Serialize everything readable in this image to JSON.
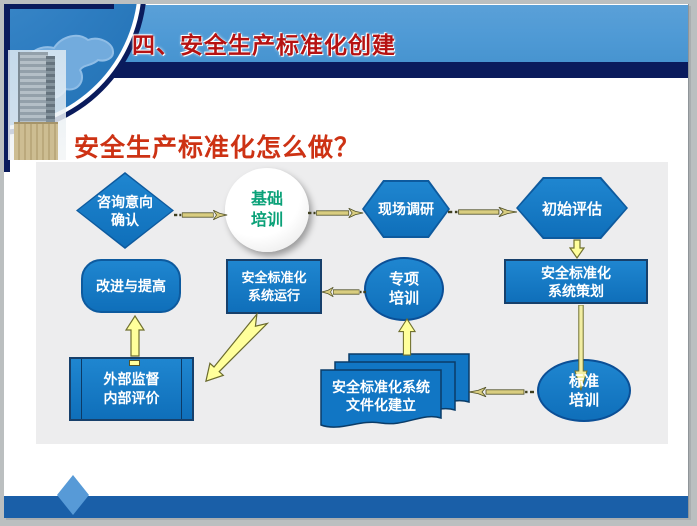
{
  "header": {
    "title": "四、安全生产标准化创建"
  },
  "heading": {
    "text": "安全生产标准化怎么做？"
  },
  "flowchart": {
    "consult": {
      "line1": "咨询意向",
      "line2": "确认"
    },
    "basic_training": {
      "line1": "基础",
      "line2": "培训"
    },
    "site_survey": {
      "line1": "现场调研"
    },
    "initial_assessment": {
      "line1": "初始评估"
    },
    "improvement": {
      "line1": "改进与提高"
    },
    "system_operation": {
      "line1": "安全标准化",
      "line2": "系统运行"
    },
    "special_training": {
      "line1": "专项",
      "line2": "培训"
    },
    "system_planning": {
      "line1": "安全标准化",
      "line2": "系统策划"
    },
    "supervision": {
      "line1": "外部监督",
      "line2": "内部评价"
    },
    "documentation": {
      "line1": "安全标准化系统",
      "line2": "文件化建立"
    },
    "standard_training": {
      "line1": "标准",
      "line2": "培训"
    }
  },
  "colors": {
    "header_bar": "#4f9ad5",
    "header_strip": "#0a1b5c",
    "title_red": "#b61212",
    "heading_red": "#cd3214",
    "node_blue": "#1177c5",
    "node_border": "#0d5a9e",
    "panel_gray": "#ededee",
    "arrow_yellow": "#ffff9b",
    "pencil_khaki": "#d9cd80",
    "green_text": "#0aa178",
    "bottom_bar": "#1a5fa8",
    "deco_diamond": "#579ad7"
  }
}
